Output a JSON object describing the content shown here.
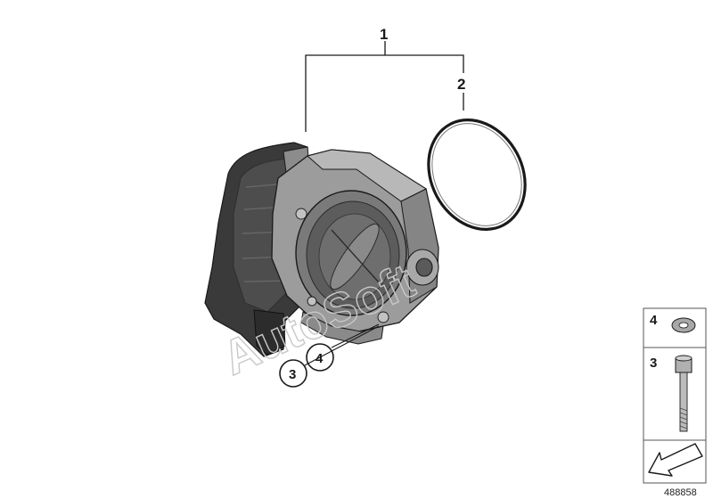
{
  "callouts": {
    "throttle_assembly": "1",
    "o_ring": "2",
    "screw": "3",
    "washer": "4"
  },
  "legend": {
    "washer_number": "4",
    "screw_number": "3"
  },
  "diagram_id": "488858",
  "watermark": "AutoSoft",
  "colors": {
    "part_fill": "#9c9c9c",
    "part_dark": "#3a3a3a",
    "line": "#1a1a1a"
  },
  "icons": {
    "nav": "arrow-back-icon"
  }
}
